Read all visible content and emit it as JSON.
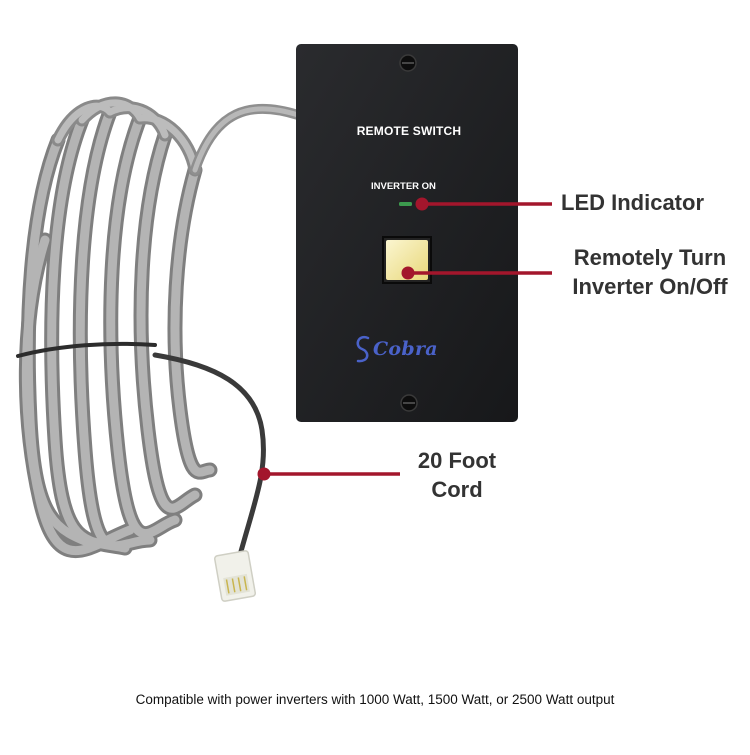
{
  "panel": {
    "title": "REMOTE SWITCH",
    "led_label": "INVERTER ON",
    "brand": "Cobra"
  },
  "callouts": {
    "led": "LED Indicator",
    "switch_line1": "Remotely Turn",
    "switch_line2": "Inverter On/Off",
    "cord_line1": "20 Foot",
    "cord_line2": "Cord"
  },
  "caption": "Compatible with power inverters with 1000 Watt, 1500 Watt, or 2500 Watt output",
  "colors": {
    "panel": "#1e1f21",
    "cord": "#9a9a9a",
    "callout_line": "#a3162c",
    "led": "#3c9a4e",
    "button": "#f2e8a0",
    "brand": "#4a62c9"
  }
}
